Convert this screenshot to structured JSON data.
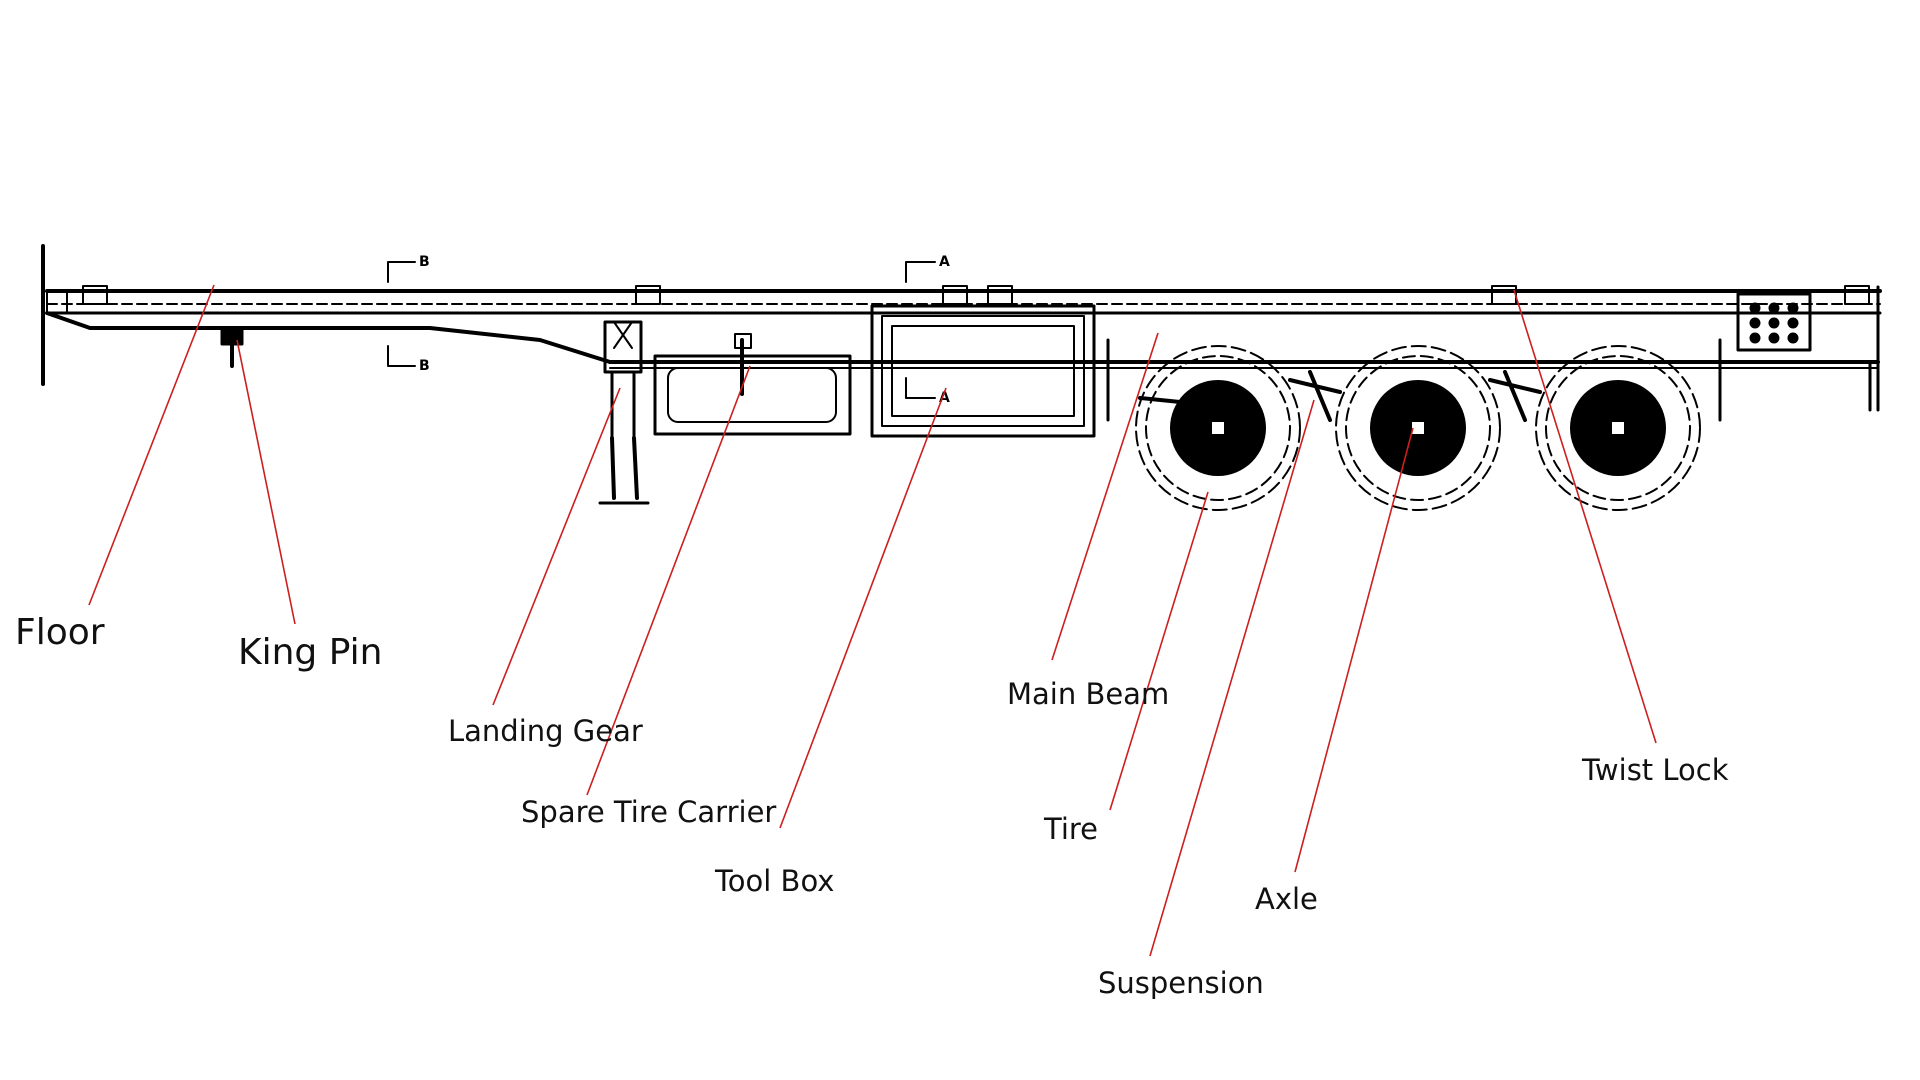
{
  "colors": {
    "drawing": "#000000",
    "leader": "#cc1f1f",
    "text": "#111111",
    "background": "#ffffff"
  },
  "section_marks": {
    "a": "A",
    "b": "B"
  },
  "labels": {
    "floor": "Floor",
    "king_pin": "King Pin",
    "landing_gear": "Landing Gear",
    "spare_tire_carrier": "Spare Tire Carrier",
    "tool_box": "Tool Box",
    "main_beam": "Main Beam",
    "tire": "Tire",
    "suspension": "Suspension",
    "axle": "Axle",
    "twist_lock": "Twist Lock"
  }
}
